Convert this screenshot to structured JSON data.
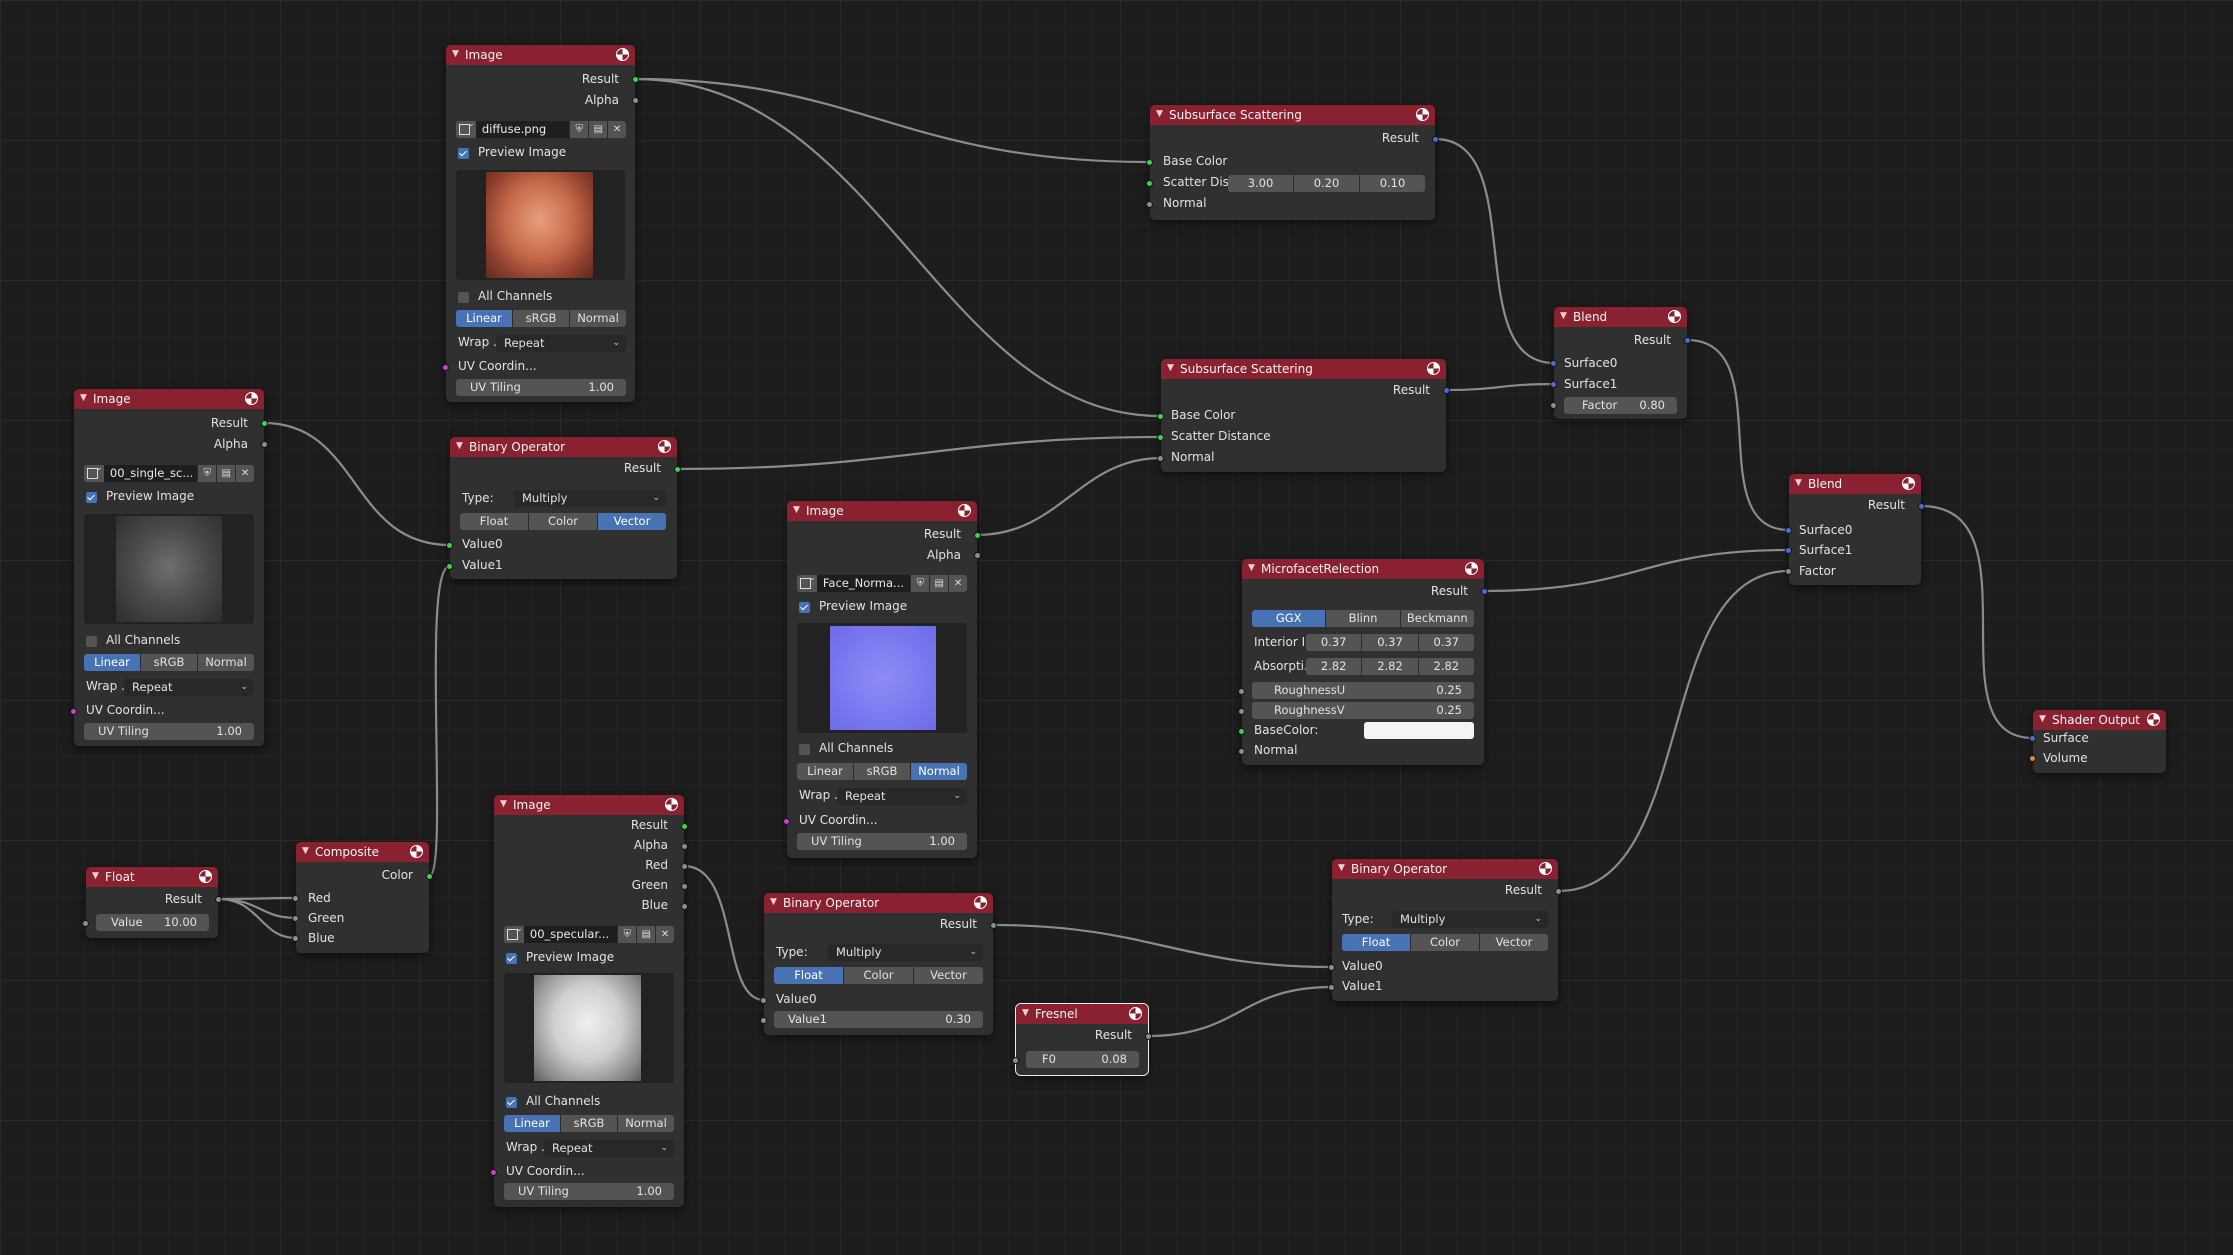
{
  "colors": {
    "header": "#8a2130",
    "node_bg": "#303030",
    "accent": "#4772b3",
    "socket_green": "#3fd14a",
    "socket_blue": "#4b6bd9",
    "socket_pink": "#d33bd0",
    "socket_orange": "#e08a28",
    "wire": "#a8a8a8"
  },
  "common": {
    "result": "Result",
    "alpha": "Alpha",
    "preview_image": "Preview Image",
    "all_channels": "All Channels",
    "linear": "Linear",
    "srgb": "sRGB",
    "normal": "Normal",
    "wrap": "Wrap ...",
    "repeat": "Repeat",
    "uv_coord": "UV Coordin...",
    "uv_tiling": "UV Tiling",
    "one": "1.00",
    "value0": "Value0",
    "value1": "Value1",
    "type": "Type:",
    "multiply": "Multiply",
    "float": "Float",
    "color": "Color",
    "vector": "Vector",
    "base_color": "Base Color",
    "surface0": "Surface0",
    "surface1": "Surface1",
    "factor": "Factor"
  },
  "nodes": {
    "image_diffuse": {
      "title": "Image",
      "filename": "diffuse.png",
      "space": "Linear"
    },
    "image_single": {
      "title": "Image",
      "filename": "00_single_sc...",
      "space": "Linear"
    },
    "image_normal": {
      "title": "Image",
      "filename": "Face_Norma...",
      "space": "Normal"
    },
    "image_specular": {
      "title": "Image",
      "filename": "00_specular...",
      "space": "Linear",
      "red": "Red",
      "green": "Green",
      "blue": "Blue"
    },
    "sss1": {
      "title": "Subsurface Scattering",
      "scatter_label": "Scatter Dis...",
      "scatter": [
        "3.00",
        "0.20",
        "0.10"
      ],
      "normal": "Normal"
    },
    "sss2": {
      "title": "Subsurface Scattering",
      "scatter_label": "Scatter Distance",
      "normal": "Normal"
    },
    "binop1": {
      "title": "Binary Operator",
      "mode": "Vector"
    },
    "binop2": {
      "title": "Binary Operator",
      "mode": "Float",
      "value1": "0.30"
    },
    "binop3": {
      "title": "Binary Operator",
      "mode": "Float"
    },
    "blend1": {
      "title": "Blend",
      "factor": "0.80"
    },
    "blend2": {
      "title": "Blend"
    },
    "microfacet": {
      "title": "MicrofacetRelection",
      "dist": [
        "GGX",
        "Blinn",
        "Beckmann"
      ],
      "ior_label": "Interior I...",
      "ior": [
        "0.37",
        "0.37",
        "0.37"
      ],
      "abs_label": "Absorpti...",
      "abs": [
        "2.82",
        "2.82",
        "2.82"
      ],
      "ru_label": "RoughnessU",
      "ru": "0.25",
      "rv_label": "RoughnessV",
      "rv": "0.25",
      "basecolor_label": "BaseColor:",
      "normal": "Normal"
    },
    "float": {
      "title": "Float",
      "value_label": "Value",
      "value": "10.00"
    },
    "composite": {
      "title": "Composite",
      "color": "Color",
      "red": "Red",
      "green": "Green",
      "blue": "Blue"
    },
    "fresnel": {
      "title": "Fresnel",
      "f0_label": "F0",
      "f0": "0.08"
    },
    "output": {
      "title": "Shader Output",
      "surface": "Surface",
      "volume": "Volume"
    }
  }
}
